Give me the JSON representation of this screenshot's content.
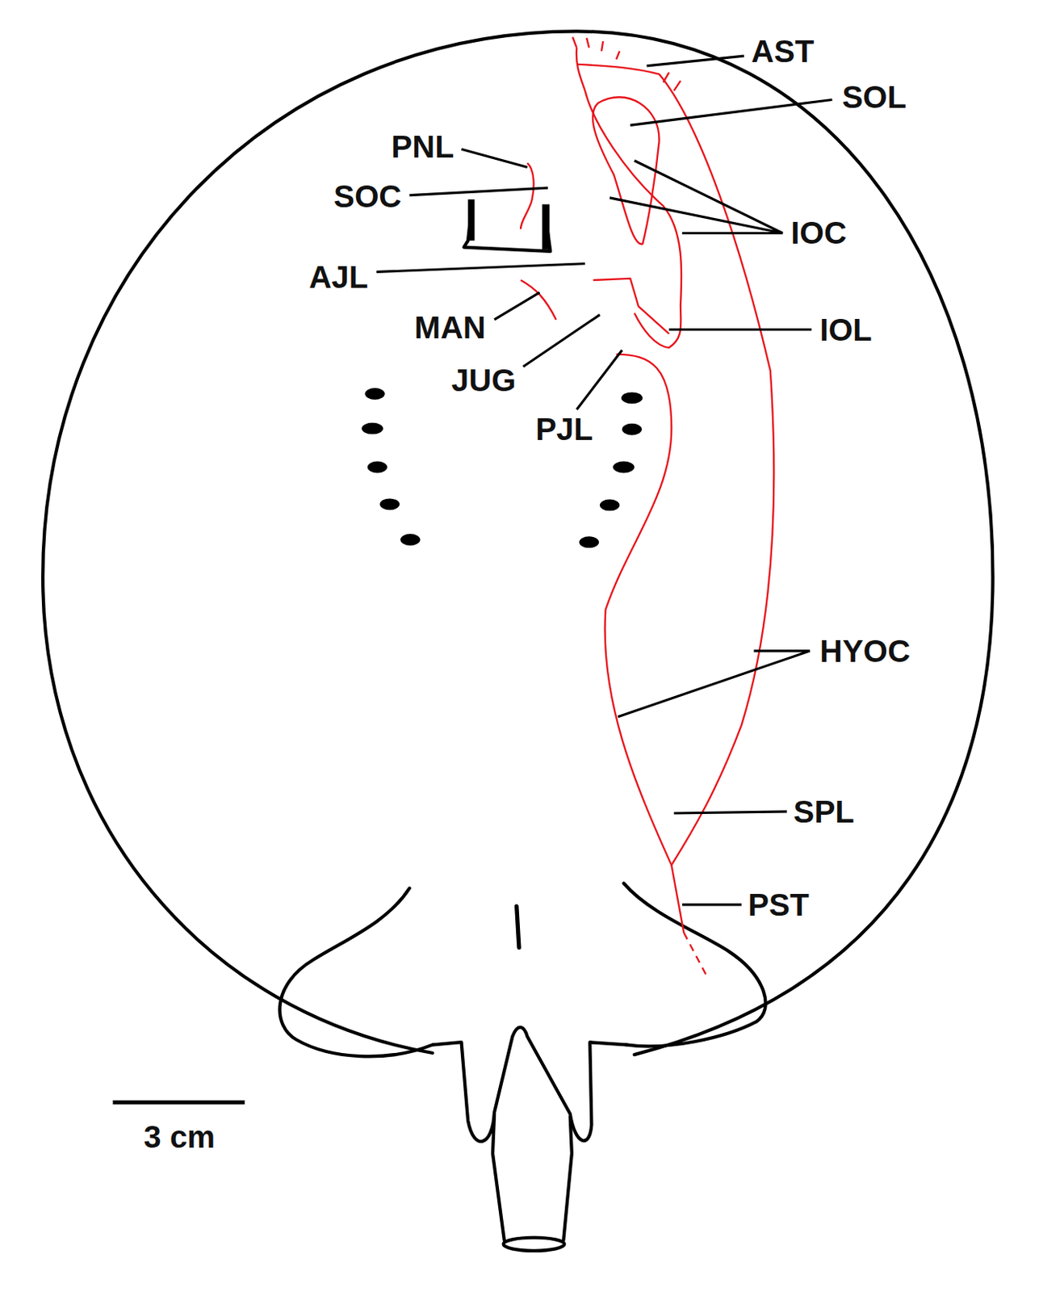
{
  "diagram": {
    "labels": [
      "AST",
      "SOL",
      "PNL",
      "SOC",
      "IOC",
      "AJL",
      "IOL",
      "MAN",
      "JUG",
      "PJL",
      "HYOC",
      "SPL",
      "PST",
      "3 cm"
    ]
  }
}
